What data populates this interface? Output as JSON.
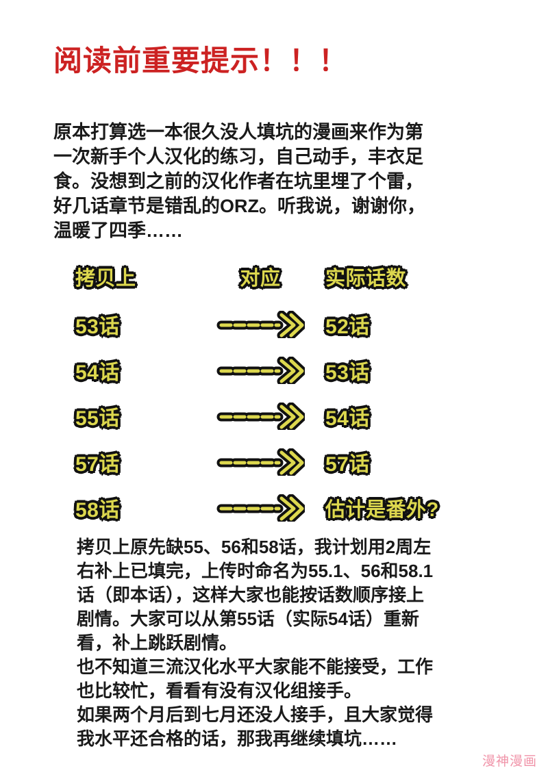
{
  "page": {
    "background_color": "#ffffff",
    "title": "阅读前重要提示！！！",
    "title_color": "#cc2222"
  },
  "intro": {
    "lines": [
      "原本打算选一本很久没人填坑的漫画来作为第",
      "一次新手个人汉化的练习，自己动手，丰衣足",
      "食。没想到之前的汉化作者在坑里埋了个雷，",
      "好几话章节是错乱的ORZ。听我说，谢谢你，",
      "温暖了四季……"
    ]
  },
  "table": {
    "text_color": "#ddd84e",
    "outline_color": "#111111",
    "headers": {
      "source": "拷贝上",
      "relation": "对应",
      "actual": "实际话数"
    },
    "arrow_icon": "dashed-arrow-icon",
    "rows": [
      {
        "source": "53话",
        "actual": "52话"
      },
      {
        "source": "54话",
        "actual": "53话"
      },
      {
        "source": "55话",
        "actual": "54话"
      },
      {
        "source": "57话",
        "actual": "57话"
      },
      {
        "source": "58话",
        "actual": "估计是番外?"
      }
    ]
  },
  "outro": {
    "lines": [
      "拷贝上原先缺55、56和58话，我计划用2周左",
      "右补上已填完，上传时命名为55.1、56和58.1",
      "话（即本话），这样大家也能按话数顺序接上",
      "剧情。大家可以从第55话（实际54话）重新",
      "看，补上跳跃剧情。",
      "也不知道三流汉化水平大家能不能接受，工作",
      "也比较忙，看看有没有汉化组接手。",
      "如果两个月后到七月还没人接手，且大家觉得",
      "我水平还合格的话，那我再继续填坑……"
    ]
  },
  "watermark": {
    "text": "漫神漫画",
    "color": "#f093a8"
  }
}
